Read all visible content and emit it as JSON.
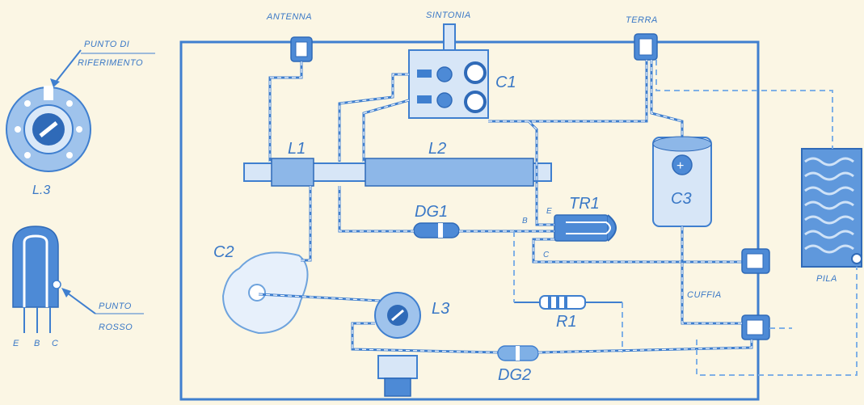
{
  "labels": {
    "antenna": "ANTENNA",
    "sintonia": "SINTONIA",
    "terra": "TERRA",
    "c1": "C1",
    "l1": "L1",
    "l2": "L2",
    "c3": "C3",
    "dg1": "DG1",
    "tr1": "TR1",
    "c2": "C2",
    "l3": "L3",
    "r1": "R1",
    "dg2": "DG2",
    "cuffia": "CUFFIA",
    "pila": "PILA",
    "term_b": "B",
    "term_e": "E",
    "term_c": "C"
  },
  "side_details": {
    "ref_point_line1": "PUNTO DI",
    "ref_point_line2": "RIFERIMENTO",
    "l3_caption": "L.3",
    "red_dot_line1": "PUNTO",
    "red_dot_line2": "ROSSO",
    "pin_e": "E",
    "pin_b": "B",
    "pin_c": "C"
  },
  "colors": {
    "ink": "#3f7fcf",
    "paper": "#fbf6e4",
    "component_fill": "#d7e6f7"
  }
}
